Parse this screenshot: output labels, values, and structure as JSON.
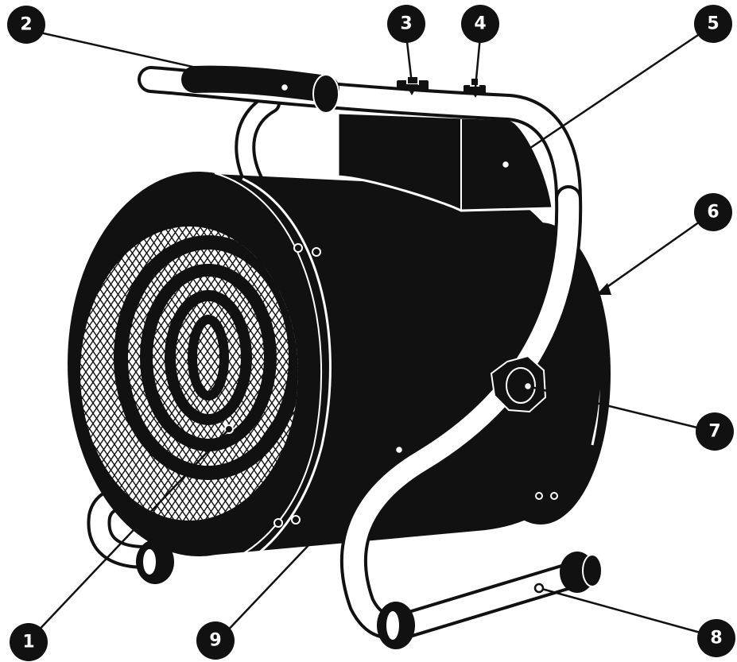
{
  "colors": {
    "ink": "#111111",
    "steel": "#ffffff",
    "background": "#ffffff",
    "badge": "#111111",
    "badge_text": "#ffffff"
  },
  "callouts": [
    {
      "id": "1",
      "label": "1",
      "icon": "heating-element"
    },
    {
      "id": "2",
      "label": "2",
      "icon": "carry-handle-grip"
    },
    {
      "id": "3",
      "label": "3",
      "icon": "control-switch"
    },
    {
      "id": "4",
      "label": "4",
      "icon": "thermostat-knob"
    },
    {
      "id": "5",
      "label": "5",
      "icon": "control-box"
    },
    {
      "id": "6",
      "label": "6",
      "icon": "rear-housing"
    },
    {
      "id": "7",
      "label": "7",
      "icon": "tilt-adjust-knob"
    },
    {
      "id": "8",
      "label": "8",
      "icon": "stand-foot"
    },
    {
      "id": "9",
      "label": "9",
      "icon": "heater-body"
    }
  ]
}
